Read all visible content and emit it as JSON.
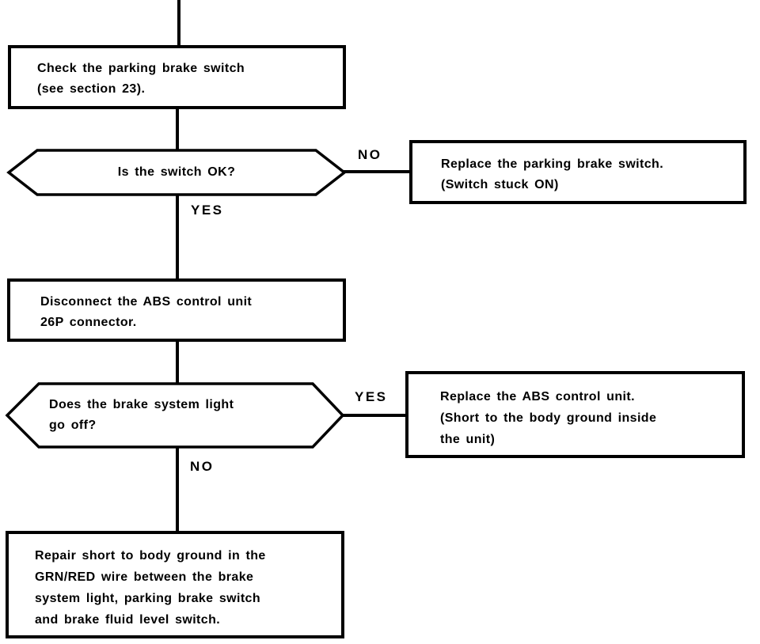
{
  "document": {
    "type": "troubleshooting-flowchart",
    "background_color": "#ffffff",
    "ink_color": "#000000"
  },
  "flowchart": {
    "nodes": [
      {
        "id": "check-parking-brake-switch",
        "shape": "rectangle",
        "lines": [
          "Check the parking brake switch",
          "(see section 23)."
        ]
      },
      {
        "id": "is-switch-ok",
        "shape": "decision",
        "lines": [
          "Is the switch OK?"
        ]
      },
      {
        "id": "replace-parking-brake-switch",
        "shape": "rectangle",
        "lines": [
          "Replace the parking brake switch.",
          "(Switch stuck ON)"
        ]
      },
      {
        "id": "disconnect-abs-control-unit",
        "shape": "rectangle",
        "lines": [
          "Disconnect the ABS control unit",
          "26P connector."
        ]
      },
      {
        "id": "does-brake-system-light-go-off",
        "shape": "decision",
        "lines": [
          "Does the brake system light",
          "go off?"
        ]
      },
      {
        "id": "replace-abs-control-unit",
        "shape": "rectangle",
        "lines": [
          "Replace the ABS control unit.",
          "(Short to the body ground inside",
          "the unit)"
        ]
      },
      {
        "id": "repair-short-to-body-ground",
        "shape": "rectangle",
        "lines": [
          "Repair short to body ground in the",
          "GRN/RED wire between the brake",
          "system light, parking brake switch",
          "and brake fluid level switch."
        ]
      }
    ],
    "edge_labels": [
      {
        "id": "decision1-no",
        "text": "NO"
      },
      {
        "id": "decision1-yes",
        "text": "YES"
      },
      {
        "id": "decision2-yes",
        "text": "YES"
      },
      {
        "id": "decision2-no",
        "text": "NO"
      }
    ]
  }
}
